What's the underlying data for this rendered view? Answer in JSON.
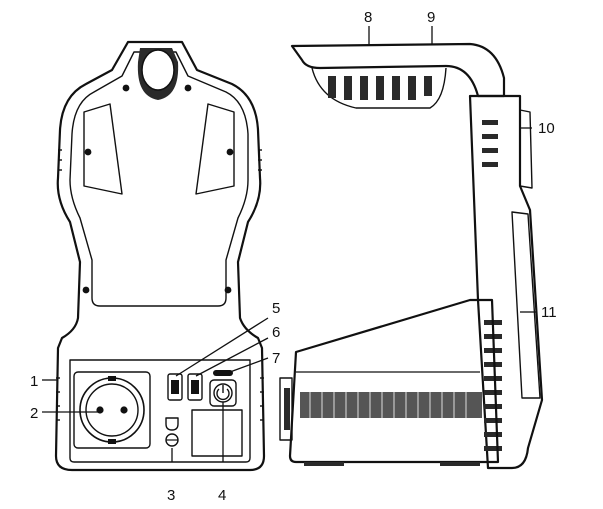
{
  "diagram": {
    "callouts": [
      {
        "id": "c1",
        "label": "1"
      },
      {
        "id": "c2",
        "label": "2"
      },
      {
        "id": "c3",
        "label": "3"
      },
      {
        "id": "c4",
        "label": "4"
      },
      {
        "id": "c5",
        "label": "5"
      },
      {
        "id": "c6",
        "label": "6"
      },
      {
        "id": "c7",
        "label": "7"
      },
      {
        "id": "c8",
        "label": "8"
      },
      {
        "id": "c9",
        "label": "9"
      },
      {
        "id": "c10",
        "label": "10"
      },
      {
        "id": "c11",
        "label": "11"
      }
    ],
    "colors": {
      "line": "#111111",
      "fill": "#ffffff",
      "dark": "#2a2a2a",
      "grille": "#555555"
    }
  }
}
